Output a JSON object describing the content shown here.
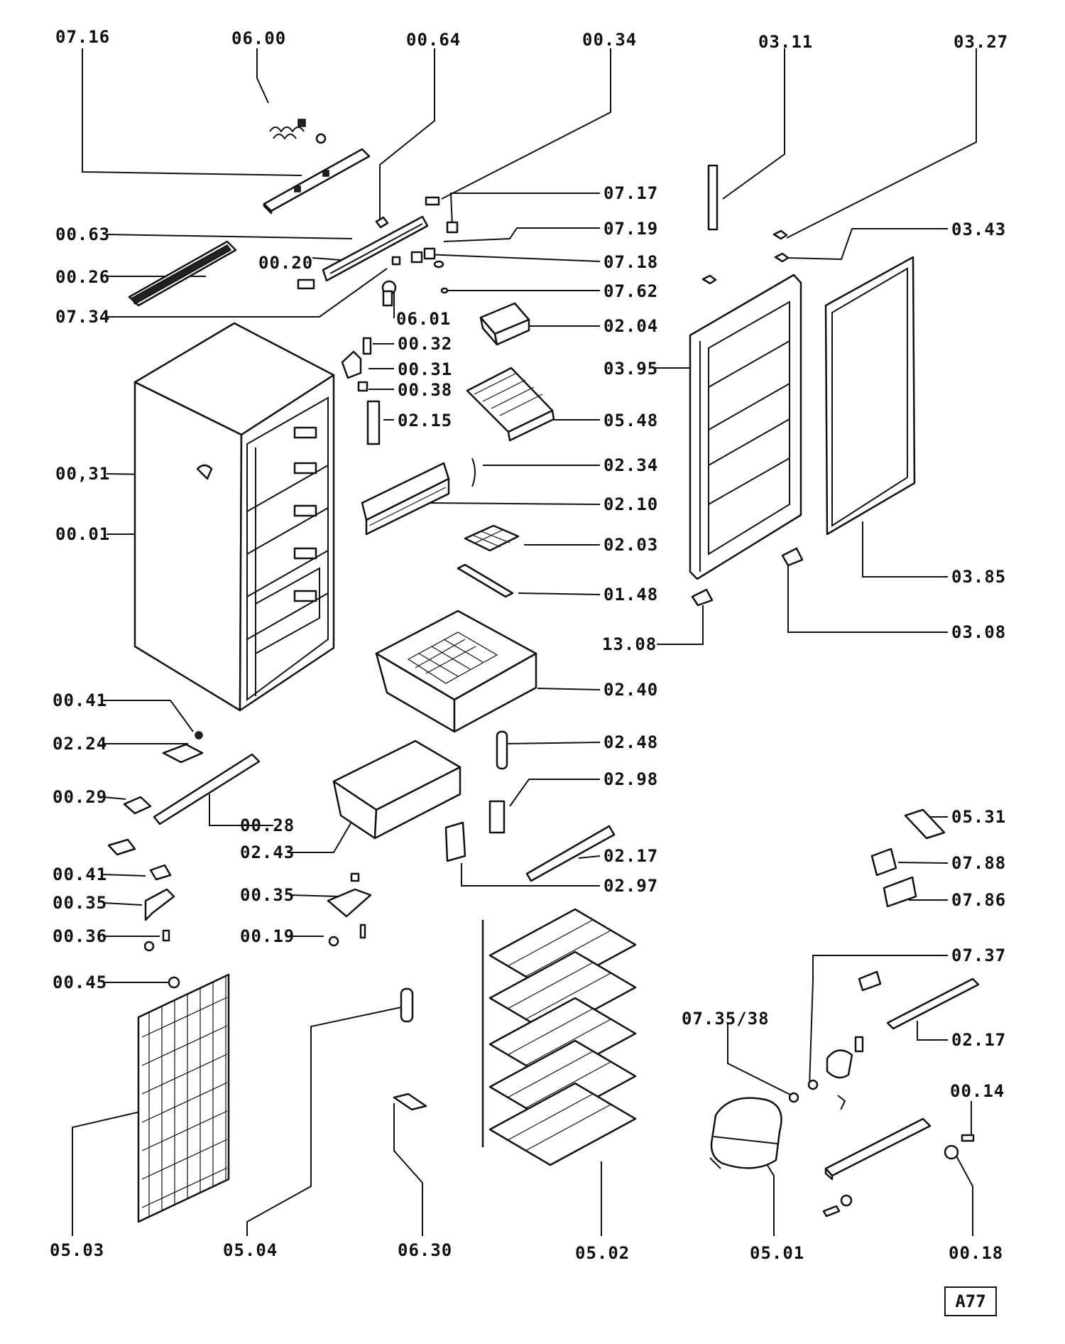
{
  "diagram": {
    "labels": {
      "p0716": "07.16",
      "p0600": "06.00",
      "p0064": "00.64",
      "p0034": "00.34",
      "p0311": "03.11",
      "p0327": "03.27",
      "p0717": "07.17",
      "p0719": "07.19",
      "p0063": "00.63",
      "p0718": "07.18",
      "p0343": "03.43",
      "p0026": "00.26",
      "p0020": "00.20",
      "p0762": "07.62",
      "p0734": "07.34",
      "p0601": "06.01",
      "p0204": "02.04",
      "p0032": "00.32",
      "p0395": "03.95",
      "p0031a": "00.31",
      "p0038": "00.38",
      "p0215": "02.15",
      "p0548": "05.48",
      "p0031b": "00,31",
      "p0234": "02.34",
      "p0210": "02.10",
      "p0001": "00.01",
      "p0203": "02.03",
      "p0385": "03.85",
      "p0148": "01.48",
      "p0308": "03.08",
      "p1308": "13.08",
      "p0240": "02.40",
      "p0041a": "00.41",
      "p0224": "02.24",
      "p0248": "02.48",
      "p0298": "02.98",
      "p0029": "00.29",
      "p0028": "00.28",
      "p0531": "05.31",
      "p0243": "02.43",
      "p0217a": "02.17",
      "p0788": "07.88",
      "p0041b": "00.41",
      "p0297": "02.97",
      "p0035a": "00.35",
      "p0035b": "00.35",
      "p0786": "07.86",
      "p0036": "00.36",
      "p0019": "00.19",
      "p0737": "07.37",
      "p0045": "00.45",
      "p073538": "07.35/38",
      "p0217b": "02.17",
      "p0014": "00.14",
      "p0503": "05.03",
      "p0504": "05.04",
      "p0630": "06.30",
      "p0502": "05.02",
      "p0501": "05.01",
      "p0018": "00.18"
    },
    "code": "A77"
  }
}
